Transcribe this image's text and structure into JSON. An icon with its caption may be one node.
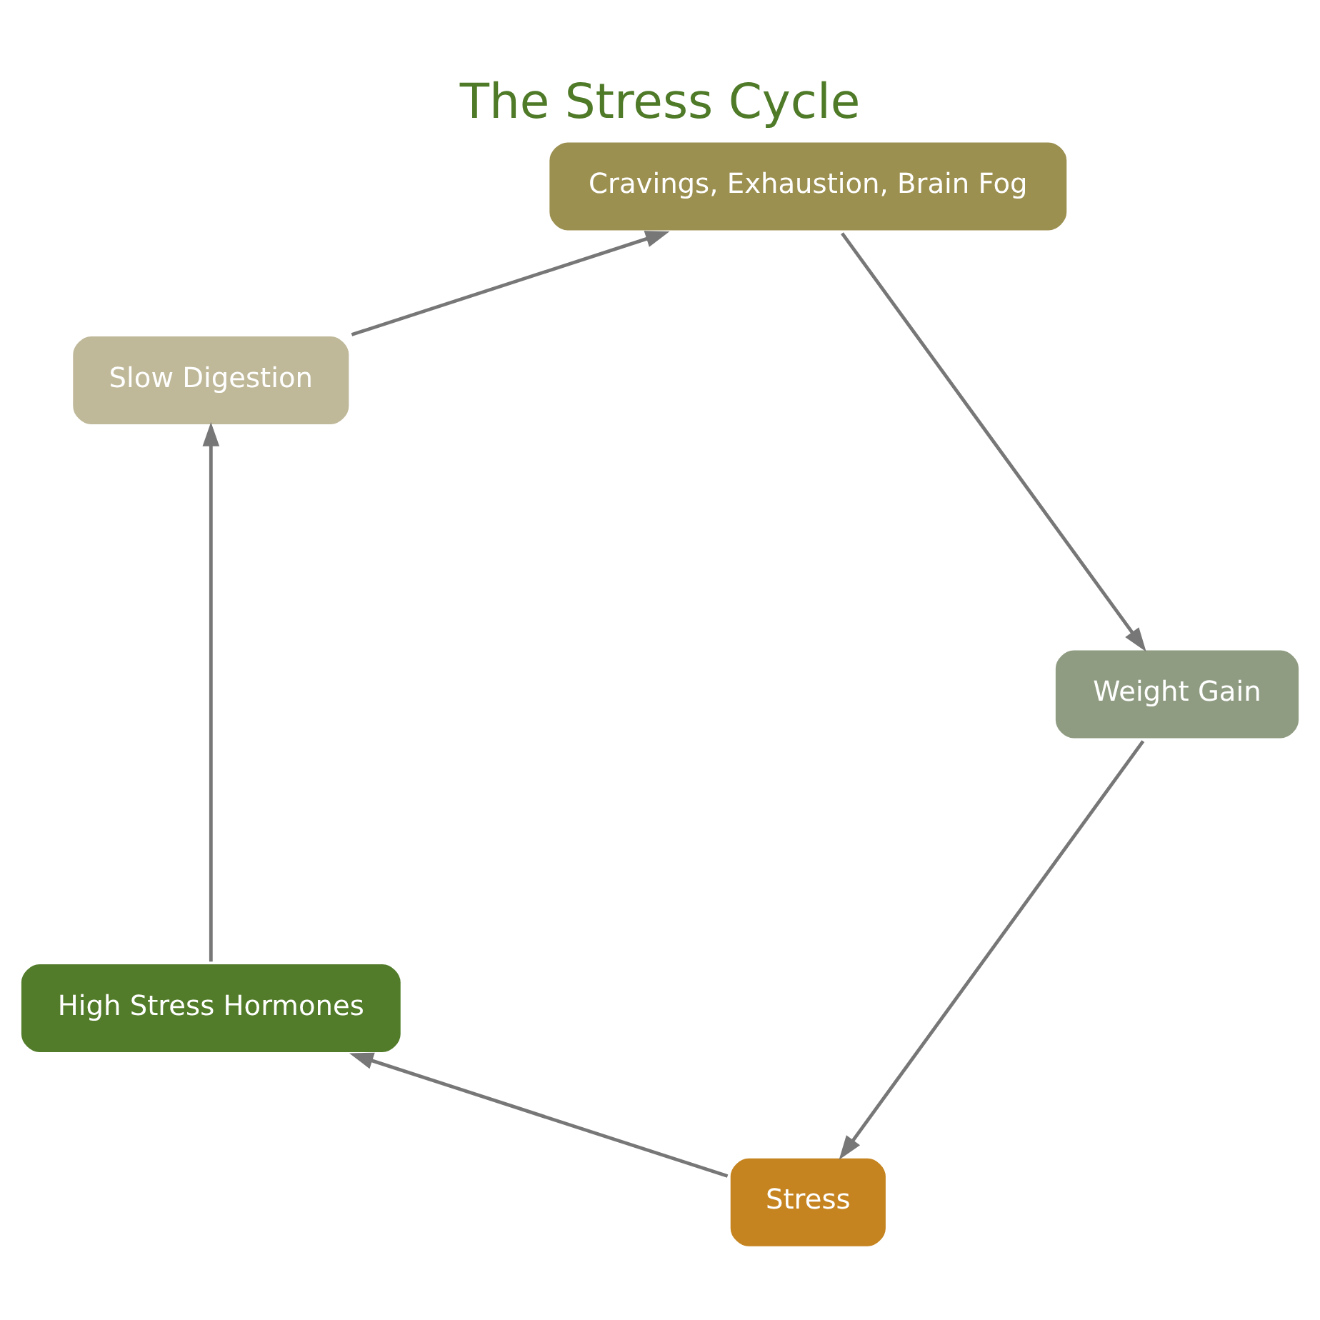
{
  "diagram": {
    "title": "The Stress Cycle",
    "nodes": [
      {
        "text": [
          "Stress"
        ]
      },
      {
        "text": [
          "High Stress Hormones"
        ]
      },
      {
        "text": [
          "Slow Digestion"
        ]
      },
      {
        "text": [
          "Cravings, Exhaustion, Brain Fog"
        ]
      },
      {
        "text": [
          "Weight Gain"
        ]
      }
    ],
    "edges": [
      {
        "from": 0,
        "to": 1,
        "arrow": "to"
      },
      {
        "from": 1,
        "to": 2,
        "arrow": "to"
      },
      {
        "from": 2,
        "to": 3,
        "arrow": "to"
      },
      {
        "from": 3,
        "to": 4,
        "arrow": "to"
      },
      {
        "from": 4,
        "to": 0,
        "arrow": "to"
      }
    ]
  }
}
